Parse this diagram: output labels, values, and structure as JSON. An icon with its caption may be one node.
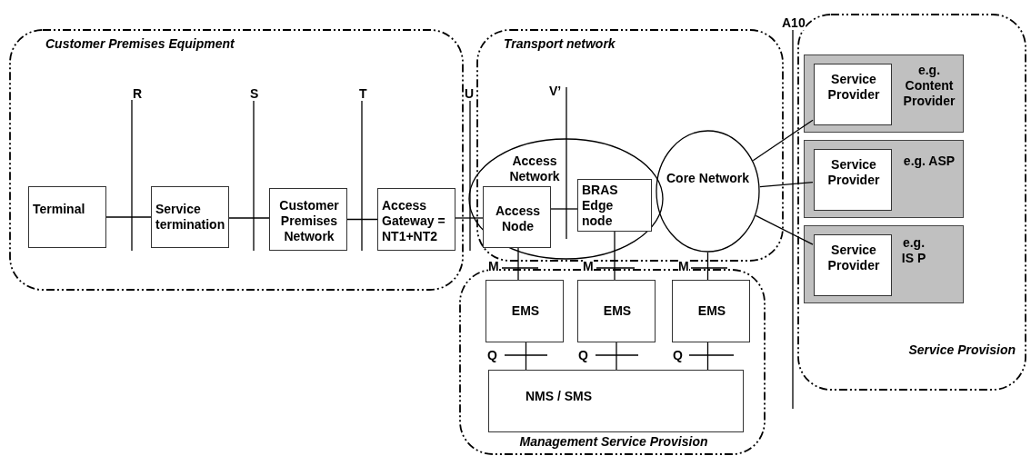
{
  "diagram": {
    "nodes": [
      {
        "text": [
          "Customer Premises Equipment"
        ]
      },
      {
        "text": [
          "Terminal"
        ],
        "in": 0
      },
      {
        "text": [
          "Service termination"
        ],
        "in": 0
      },
      {
        "text": [
          "Customer Premises Network"
        ],
        "in": 0
      },
      {
        "text": [
          "Access Gateway = NT1+NT2"
        ],
        "in": 0
      },
      {
        "text": [
          "Transport network"
        ]
      },
      {
        "text": [
          "Access Network"
        ],
        "in": 5
      },
      {
        "text": [
          "Access Node"
        ],
        "in": 6
      },
      {
        "text": [
          "BRAS Edge node"
        ],
        "in": 6
      },
      {
        "text": [
          "Core Network"
        ],
        "in": 5
      },
      {
        "text": [
          "Service Provision"
        ]
      },
      {
        "text": [
          "e.g. Content Provider"
        ],
        "in": 10
      },
      {
        "text": [
          "Service Provider"
        ],
        "in": 11
      },
      {
        "text": [
          "e.g. ASP"
        ],
        "in": 10
      },
      {
        "text": [
          "Service Provider"
        ],
        "in": 13
      },
      {
        "text": [
          "e.g. IS P"
        ],
        "in": 10
      },
      {
        "text": [
          "Service Provider"
        ],
        "in": 15
      },
      {
        "text": [
          "Management Service Provision"
        ]
      },
      {
        "text": [
          "EMS"
        ],
        "in": 17
      },
      {
        "text": [
          "EMS"
        ],
        "in": 17
      },
      {
        "text": [
          "EMS"
        ],
        "in": 17
      },
      {
        "text": [
          "NMS / SMS"
        ],
        "in": 17
      }
    ],
    "edges": [
      {
        "from": 1,
        "to": 2,
        "arrow": "none"
      },
      {
        "from": 2,
        "to": 3,
        "arrow": "none"
      },
      {
        "from": 3,
        "to": 4,
        "arrow": "none"
      },
      {
        "from": 4,
        "to": 7,
        "arrow": "none"
      },
      {
        "from": 7,
        "to": 8,
        "arrow": "none"
      },
      {
        "from": 9,
        "to": 12,
        "arrow": "none"
      },
      {
        "from": 9,
        "to": 14,
        "arrow": "none"
      },
      {
        "from": 9,
        "to": 16,
        "arrow": "none"
      },
      {
        "from": 7,
        "to": 18,
        "arrow": "none"
      },
      {
        "from": 8,
        "to": 19,
        "arrow": "none"
      },
      {
        "from": 9,
        "to": 20,
        "arrow": "none"
      },
      {
        "from": 18,
        "to": 21,
        "arrow": "none"
      },
      {
        "from": 19,
        "to": 21,
        "arrow": "none"
      },
      {
        "from": 20,
        "to": 21,
        "arrow": "none"
      }
    ],
    "labels": [
      "A10",
      "R",
      "S",
      "T",
      "U",
      "V’",
      "M",
      "M",
      "M",
      "Q",
      "Q",
      "Q"
    ]
  }
}
